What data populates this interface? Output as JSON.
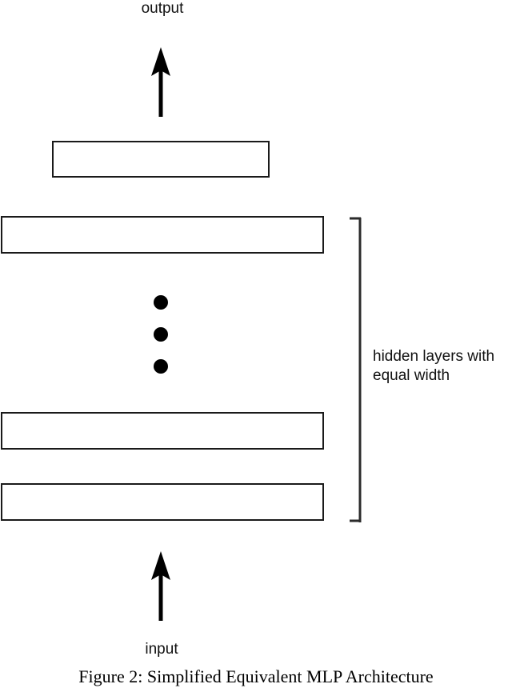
{
  "figure": {
    "caption": "Figure 2: Simplified Equivalent MLP Architecture",
    "labels": {
      "output": "output",
      "input": "input",
      "hidden_group_line1": "hidden layers with",
      "hidden_group_line2": "equal width"
    },
    "colors": {
      "stroke": "#1a1a1a",
      "fill": "#ffffff",
      "text": "#111111",
      "background": "#ffffff"
    },
    "layers": [
      {
        "name": "output-layer",
        "role": "output",
        "width_class": "narrow"
      },
      {
        "name": "hidden-layer-top",
        "role": "hidden",
        "width_class": "wide"
      },
      {
        "name": "hidden-layer-third",
        "role": "hidden",
        "width_class": "wide"
      },
      {
        "name": "hidden-layer-fourth",
        "role": "hidden",
        "width_class": "wide"
      }
    ],
    "ellipsis": {
      "name": "vertical-ellipsis",
      "dot_count": 3
    },
    "arrows": [
      {
        "name": "output-arrow",
        "direction": "up",
        "from": "output-layer",
        "to": "output"
      },
      {
        "name": "input-arrow",
        "direction": "up",
        "from": "input",
        "to": "hidden-layer-fourth"
      }
    ],
    "bracket": {
      "name": "hidden-layers-bracket",
      "orientation": "right",
      "spans": "hidden layers"
    }
  }
}
